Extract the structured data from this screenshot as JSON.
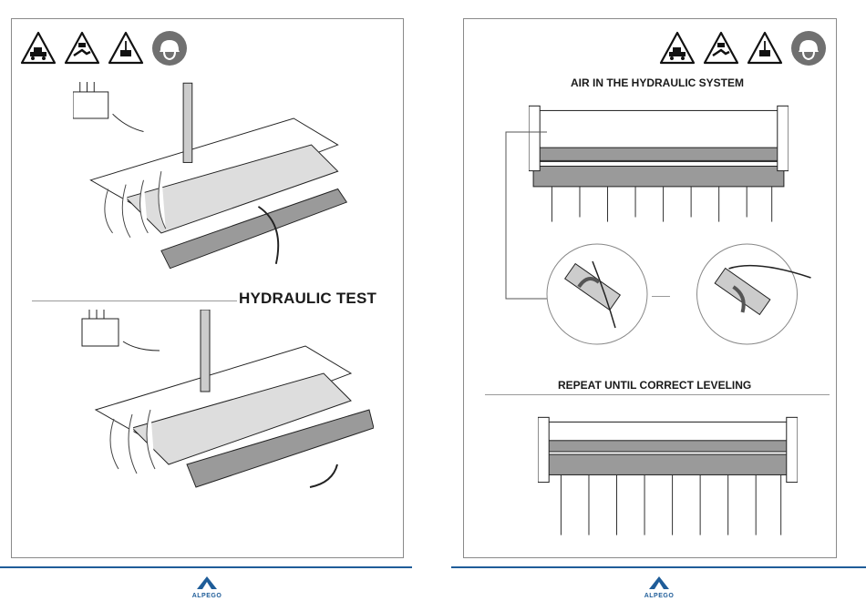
{
  "left_page": {
    "heading": "HYDRAULIC TEST",
    "safety_icons": [
      "crush-hazard-icon",
      "hand-crush-hazard-icon",
      "suspended-load-hazard-icon",
      "safety-helmet-icon"
    ],
    "logo": "ALPEGO"
  },
  "right_page": {
    "heading_air": "AIR IN THE HYDRAULIC SYSTEM",
    "heading_repeat": "REPEAT UNTIL CORRECT LEVELING",
    "safety_icons": [
      "crush-hazard-icon",
      "hand-crush-hazard-icon",
      "suspended-load-hazard-icon",
      "safety-helmet-icon"
    ],
    "logo": "ALPEGO"
  },
  "colors": {
    "footer_blue": "#1f5d99",
    "frame_border": "#8a8a8a",
    "machine_gray": "#9a9a9a",
    "helmet_gray": "#707070"
  }
}
